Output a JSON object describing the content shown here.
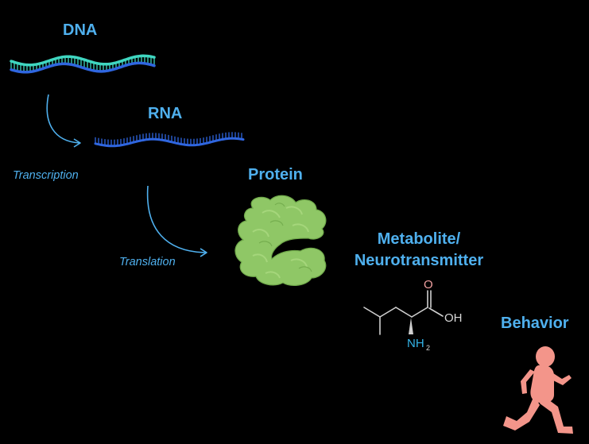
{
  "labels": {
    "dna": "DNA",
    "rna": "RNA",
    "protein": "Protein",
    "metabolite_line1": "Metabolite/",
    "metabolite_line2": "Neurotransmitter",
    "behavior": "Behavior"
  },
  "steps": {
    "transcription": "Transcription",
    "translation": "Translation"
  },
  "molecule": {
    "oxygen": "O",
    "hydroxyl": "OH",
    "amine": "NH",
    "amine_subscript": "2"
  },
  "colors": {
    "background": "#000000",
    "label": "#4fb0ee",
    "dna_teal": "#3fd6c0",
    "dna_blue": "#2f66e0",
    "protein": "#8fc766",
    "child": "#f3958a",
    "oxygen": "#f0a0a0",
    "nitrogen": "#34b4e8"
  }
}
